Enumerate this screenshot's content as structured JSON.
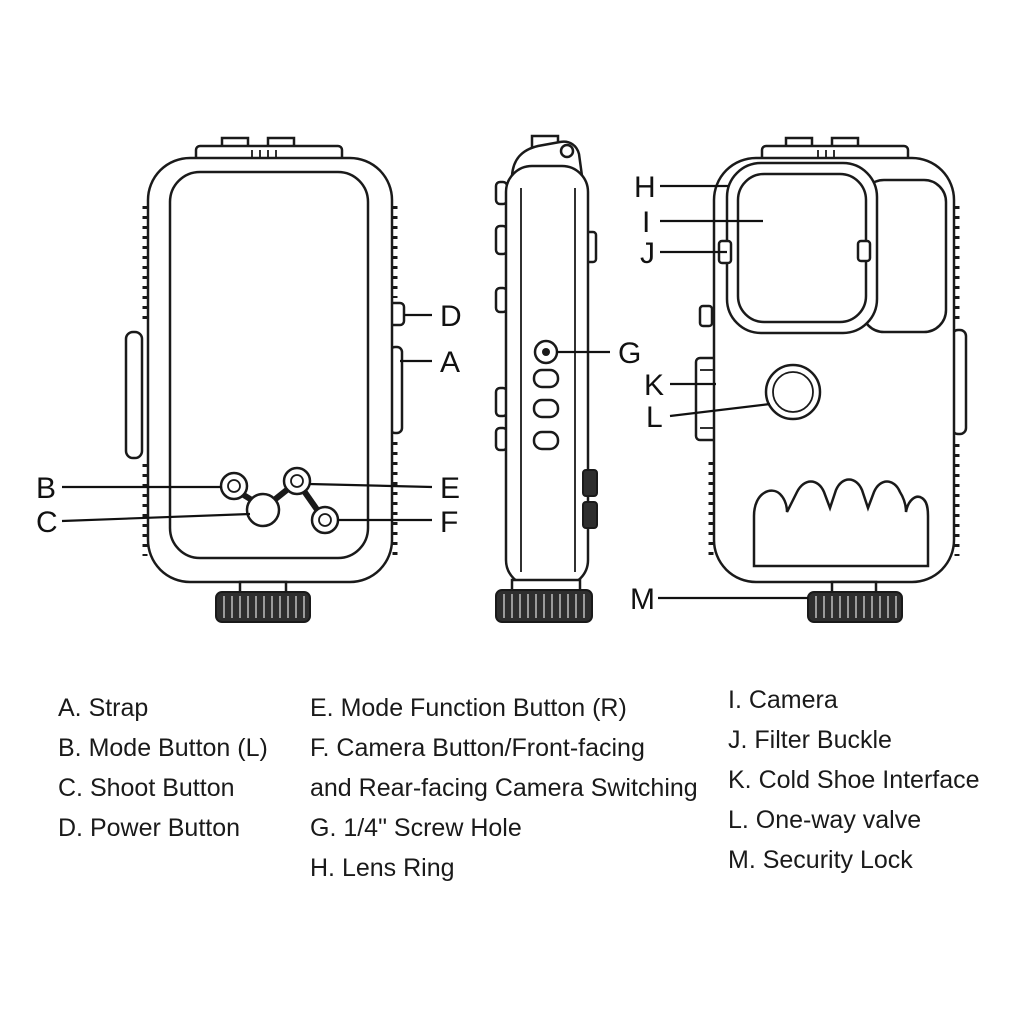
{
  "callouts": {
    "A": "A",
    "B": "B",
    "C": "C",
    "D": "D",
    "E": "E",
    "F": "F",
    "G": "G",
    "H": "H",
    "I": "I",
    "J": "J",
    "K": "K",
    "L": "L",
    "M": "M"
  },
  "legend": {
    "column1": [
      "A. Strap",
      "B. Mode Button (L)",
      "C. Shoot Button",
      "D. Power Button"
    ],
    "column2": [
      "E. Mode Function Button (R)",
      "F. Camera Button/Front-facing",
      "and Rear-facing Camera Switching",
      "G. 1/4\" Screw Hole",
      "H. Lens Ring"
    ],
    "column3": [
      "I. Camera",
      "J. Filter Buckle",
      "K. Cold Shoe Interface",
      "L. One-way valve",
      "M. Security Lock"
    ]
  }
}
